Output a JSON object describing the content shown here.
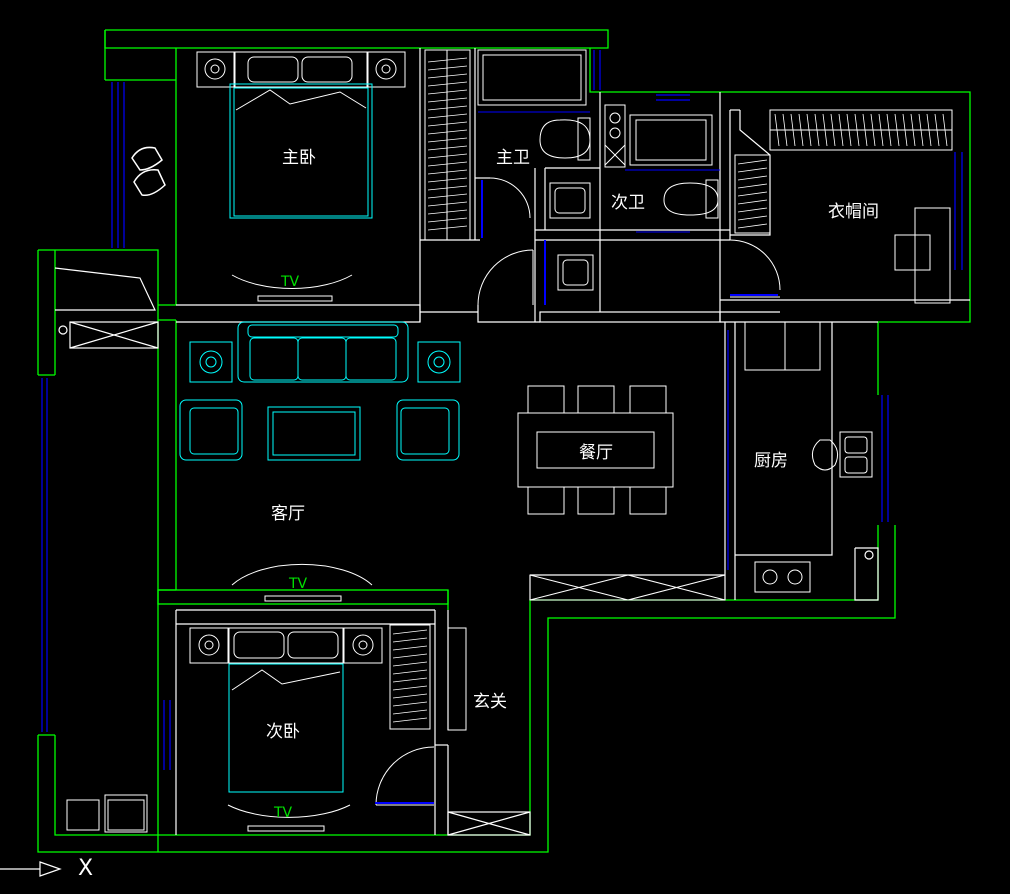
{
  "rooms": {
    "master_bedroom": "主卧",
    "master_bath": "主卫",
    "second_bath": "次卫",
    "walk_in_closet": "衣帽间",
    "dining_room": "餐厅",
    "kitchen": "厨房",
    "living_room": "客厅",
    "second_bedroom": "次卧",
    "entrance": "玄关"
  },
  "tv_labels": {
    "master": "TV",
    "living": "TV",
    "second": "TV"
  },
  "ucs_axis": "X",
  "colors": {
    "background": "#000000",
    "walls": "#00ff00",
    "windows": "#0000ff",
    "furniture": "#ffffff",
    "sofa": "#00ffff",
    "tv_text": "#00e000"
  }
}
